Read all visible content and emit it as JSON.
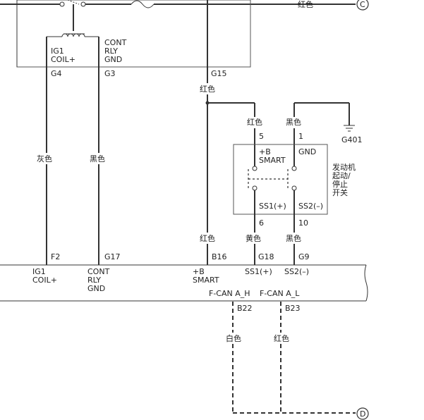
{
  "top": {
    "wire_color_label": "红色",
    "connector_c": "C"
  },
  "relay": {
    "left_pin_label_line1": "IG1",
    "left_pin_label_line2": "COIL+",
    "right_pin_label_line1": "CONT",
    "right_pin_label_line2": "RLY",
    "right_pin_label_line3": "GND",
    "pin_left": "G4",
    "pin_right": "G3",
    "pin_g15": "G15"
  },
  "wires": {
    "g15_color": "红色",
    "gray": "灰色",
    "black_left": "黑色",
    "red_to_5": "红色",
    "black_to_1": "黑色",
    "red_to_b16": "红色",
    "yellow_to_g18": "黄色",
    "black_to_g9": "黑色",
    "white_can_h": "白色",
    "red_can_l": "红色"
  },
  "ground": {
    "label": "G401"
  },
  "switch": {
    "pin_5": "5",
    "pin_1": "1",
    "pin_6": "6",
    "pin_10": "10",
    "term_b_line1": "+B",
    "term_b_line2": "SMART",
    "term_gnd": "GND",
    "ss1": "SS1(+)",
    "ss2": "SS2(–)",
    "name_line1": "发动机",
    "name_line2": "起动/",
    "name_line3": "停止",
    "name_line4": "开关"
  },
  "ecu": {
    "pin_f2": "F2",
    "pin_g17": "G17",
    "pin_b16": "B16",
    "pin_g18": "G18",
    "pin_g9": "G9",
    "label_ig1_line1": "IG1",
    "label_ig1_line2": "COIL+",
    "label_cont_line1": "CONT",
    "label_cont_line2": "RLY",
    "label_cont_line3": "GND",
    "label_b_line1": "+B",
    "label_b_line2": "SMART",
    "label_ss1": "SS1(+)",
    "label_ss2": "SS2(–)",
    "label_can_h": "F-CAN A_H",
    "label_can_l": "F-CAN A_L",
    "pin_b22": "B22",
    "pin_b23": "B23"
  },
  "bottom": {
    "connector_d": "D"
  }
}
